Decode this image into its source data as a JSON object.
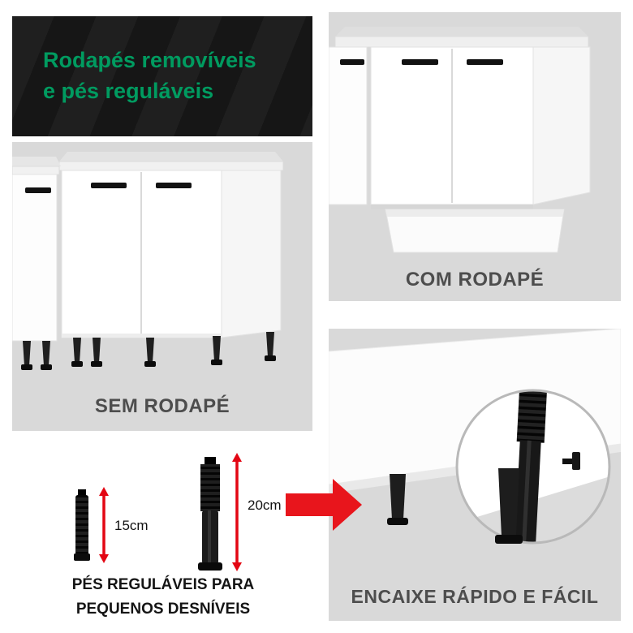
{
  "colors": {
    "accent_green": "#009b60",
    "arrow_red": "#e8151c",
    "dimension_red": "#e30613",
    "panel_gray": "#d9d9d9",
    "label_gray": "#4d4d4d",
    "header_bg": "#1b1b1b"
  },
  "header": {
    "line1": "Rodapés removíveis",
    "line2": "e pés reguláveis"
  },
  "panels": {
    "sem_rodape": {
      "label": "SEM RODAPÉ"
    },
    "com_rodape": {
      "label": "COM RODAPÉ"
    },
    "encaixe": {
      "label": "ENCAIXE RÁPIDO E FÁCIL"
    }
  },
  "feet": {
    "small": {
      "height_label": "15cm"
    },
    "large": {
      "height_label": "20cm"
    },
    "caption_line1": "PÉS REGULÁVEIS PARA",
    "caption_line2": "PEQUENOS DESNÍVEIS"
  }
}
